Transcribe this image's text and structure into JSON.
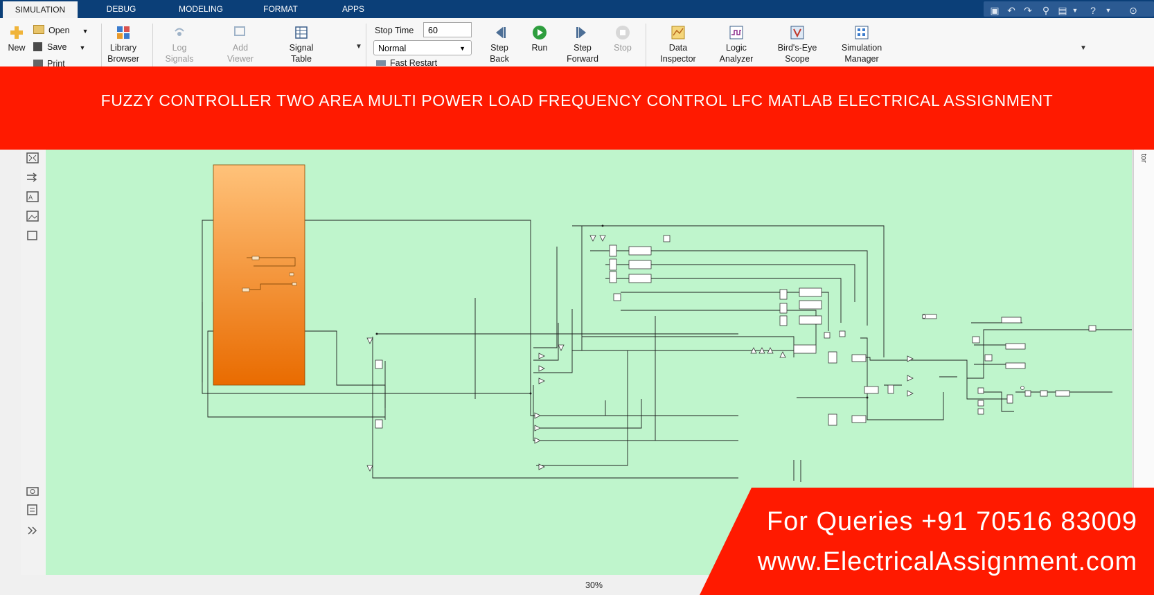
{
  "tabs": [
    "SIMULATION",
    "DEBUG",
    "MODELING",
    "FORMAT",
    "APPS"
  ],
  "toolstrip": {
    "new": "New",
    "open": "Open",
    "save": "Save",
    "print": "Print",
    "library_browser_1": "Library",
    "library_browser_2": "Browser",
    "log_signals_1": "Log",
    "log_signals_2": "Signals",
    "add_viewer_1": "Add",
    "add_viewer_2": "Viewer",
    "signal_table_1": "Signal",
    "signal_table_2": "Table",
    "stop_time_label": "Stop Time",
    "stop_time_value": "60",
    "sim_mode": "Normal",
    "fast_restart": "Fast Restart",
    "step_back_1": "Step",
    "step_back_2": "Back",
    "run": "Run",
    "step_forward_1": "Step",
    "step_forward_2": "Forward",
    "stop": "Stop",
    "data_inspector_1": "Data",
    "data_inspector_2": "Inspector",
    "logic_analyzer_1": "Logic",
    "logic_analyzer_2": "Analyzer",
    "birds_eye_1": "Bird's-Eye",
    "birds_eye_2": "Scope",
    "sim_manager_1": "Simulation",
    "sim_manager_2": "Manager"
  },
  "banner_title": "FUZZY CONTROLLER TWO AREA MULTI POWER LOAD FREQUENCY CONTROL LFC MATLAB ELECTRICAL ASSIGNMENT",
  "right_pane_label": "tor",
  "zoom_level": "30%",
  "queries_line1": "For Queries +91 70516 83009",
  "queries_line2": "www.ElectricalAssignment.com",
  "colors": {
    "tabbar": "#0b3f78",
    "banner": "#ff1a00",
    "canvas": "#bff5cc",
    "subsystem_top": "#ffc27a",
    "subsystem_bottom": "#e96b00"
  }
}
